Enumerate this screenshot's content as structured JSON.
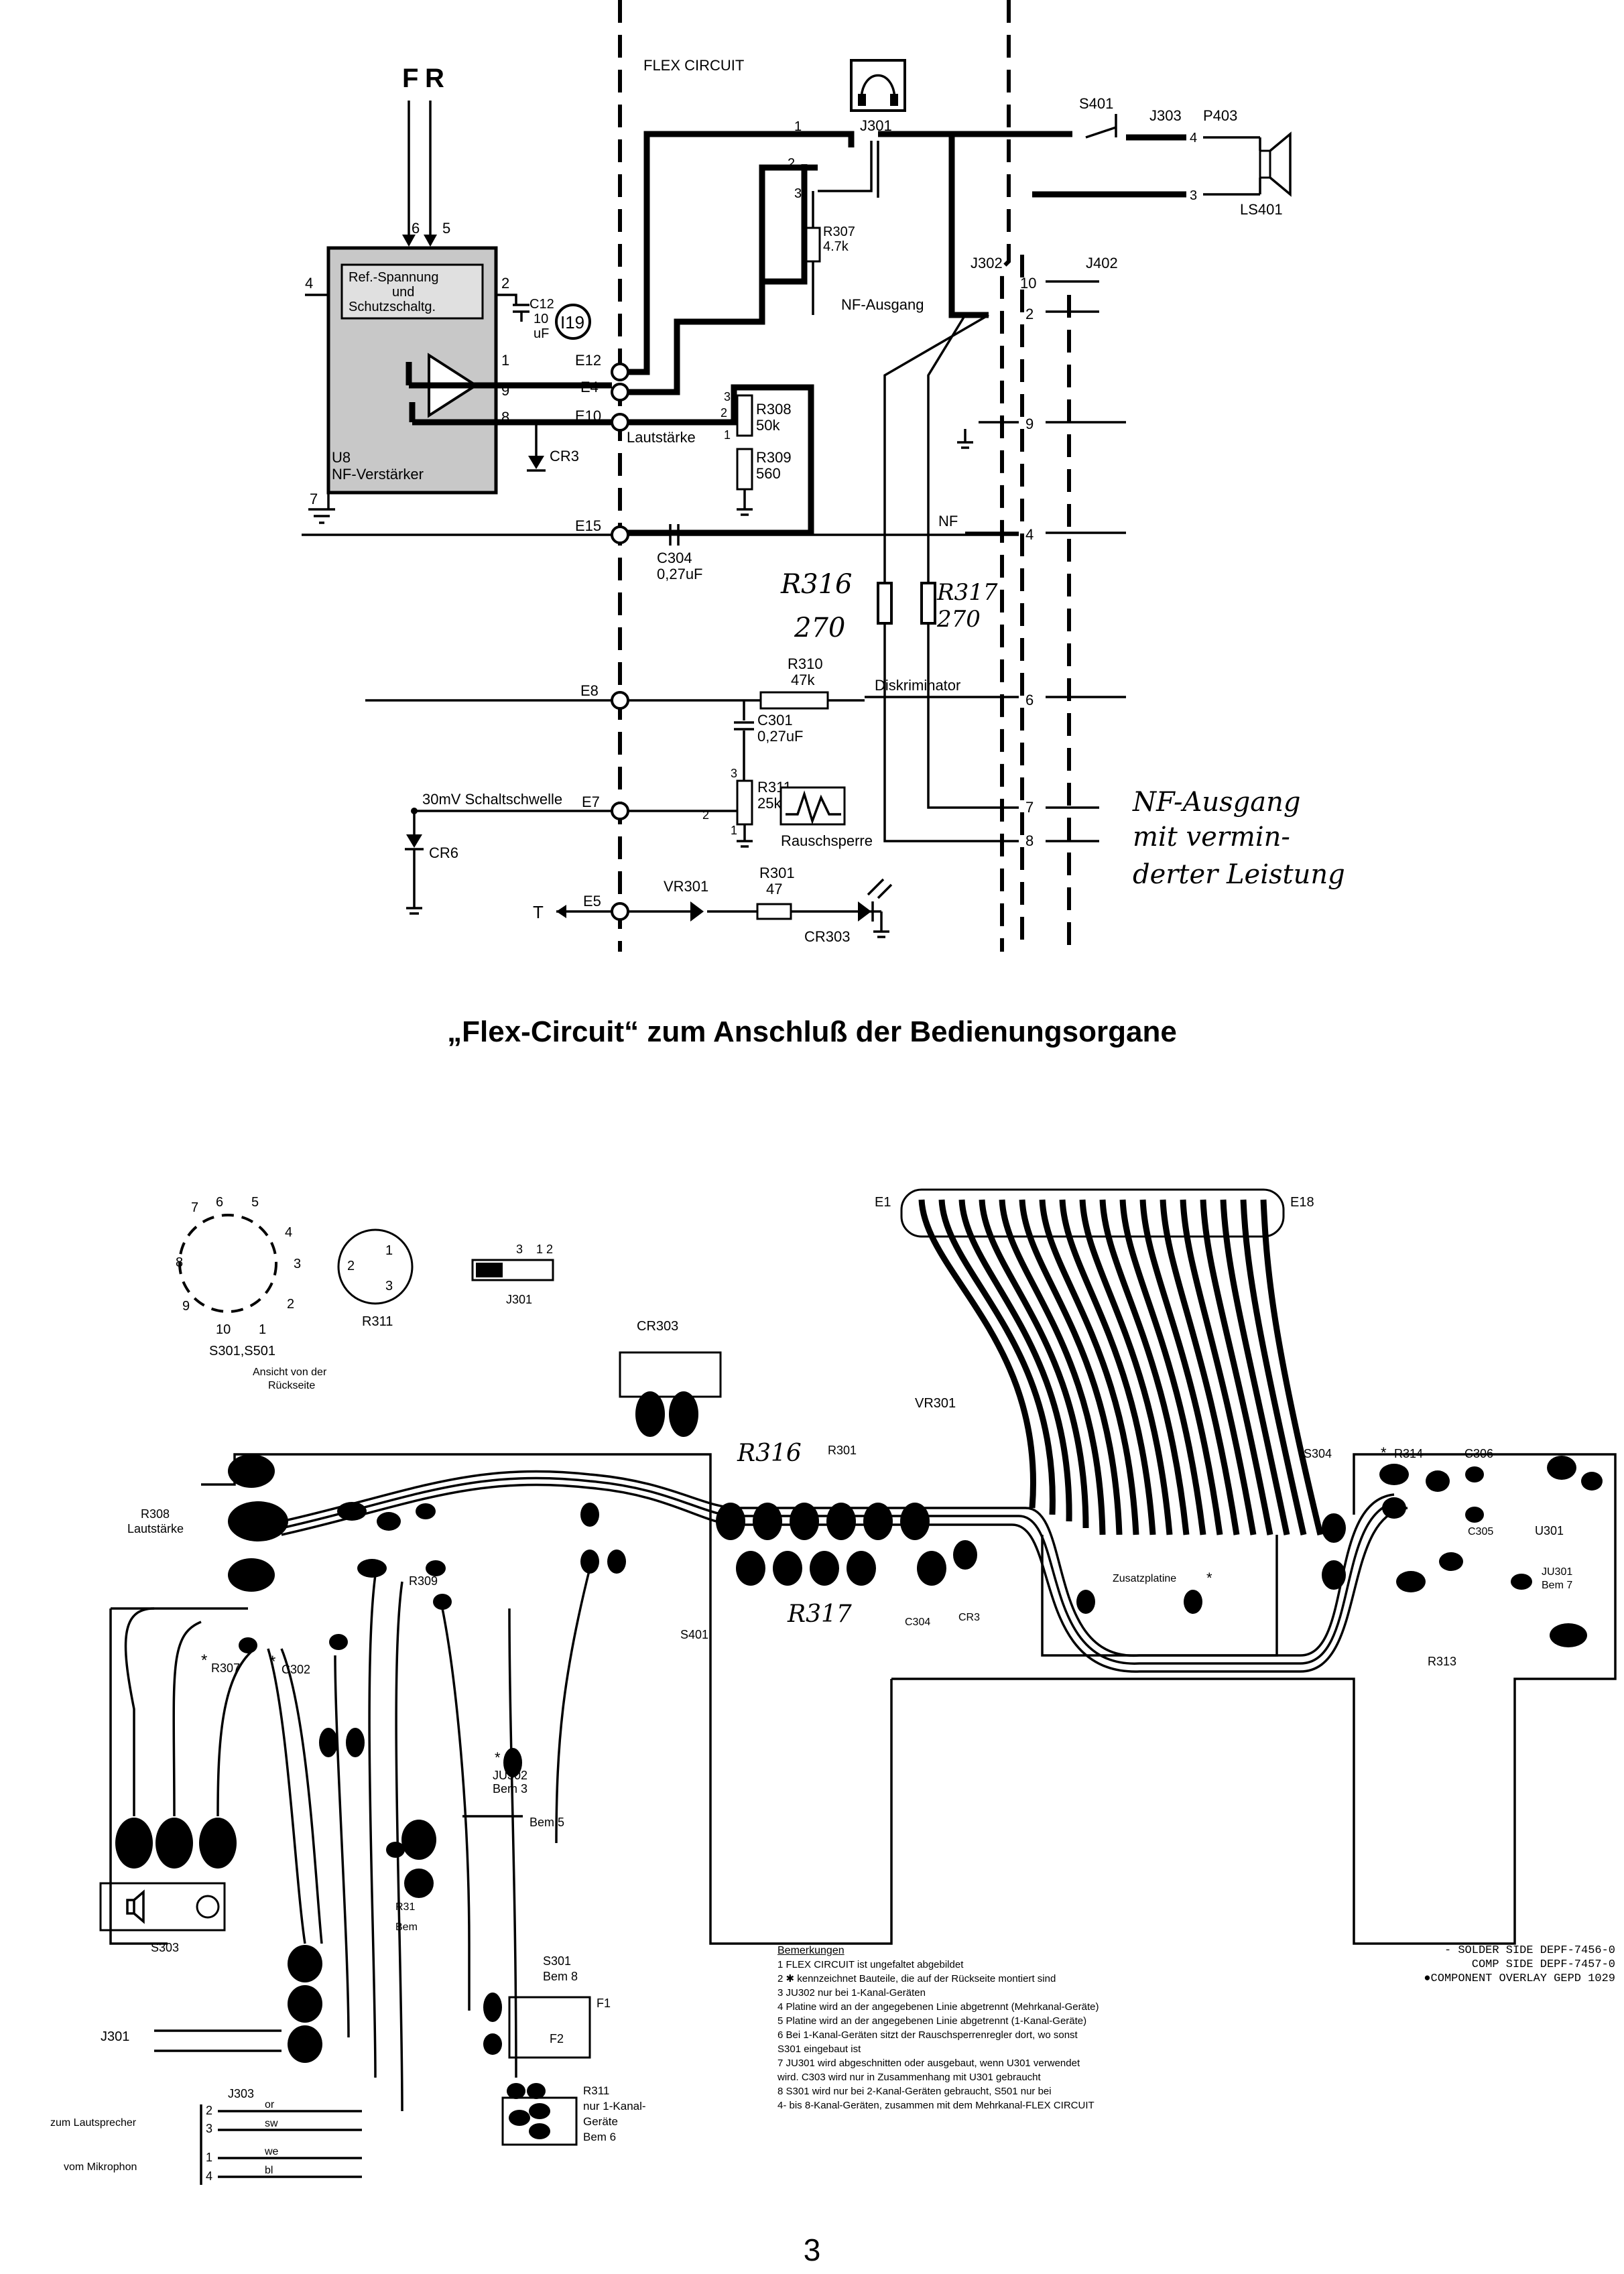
{
  "schematic": {
    "inputs": {
      "f": "F",
      "r": "R"
    },
    "flex_label": "FLEX CIRCUIT",
    "u8": {
      "ref_block": [
        "Ref.-Spannung",
        "und",
        "Schutzschaltg."
      ],
      "name": "U8",
      "function": "NF-Verstärker",
      "pins": [
        "6",
        "5",
        "4",
        "2",
        "1",
        "9",
        "8",
        "7"
      ],
      "i19": "I19",
      "c12": [
        "C12",
        "10",
        "uF"
      ]
    },
    "terminals": {
      "e12": "E12",
      "e4": "E4",
      "e10": "E10",
      "e15": "E15",
      "e8": "E8",
      "e7": "E7",
      "e5": "E5"
    },
    "jack": {
      "name": "J301",
      "pins": [
        "1",
        "2",
        "3"
      ]
    },
    "r307": [
      "R307",
      "4.7k"
    ],
    "switch": "S401",
    "connectors": {
      "j303": "J303",
      "p403": "P403",
      "pin4": "4",
      "pin3": "3",
      "speaker": "LS401"
    },
    "j302": "J302",
    "j402": "J402",
    "nf_ausgang": "NF-Ausgang",
    "j302_pins": [
      "10",
      "2",
      "9",
      "4",
      "6",
      "7",
      "8"
    ],
    "r308": [
      "R308",
      "50k",
      "3",
      "2",
      "1"
    ],
    "r309": [
      "R309",
      "560"
    ],
    "cr3": "CR3",
    "lautstaerke": "Lautstärke",
    "nf": "NF",
    "c304": [
      "C304",
      "0,27uF"
    ],
    "r316": [
      "R316",
      "270"
    ],
    "r317": [
      "R317",
      "270"
    ],
    "r310": [
      "R310",
      "47k"
    ],
    "diskriminator": "Diskriminator",
    "c301": [
      "C301",
      "0,27uF"
    ],
    "r311": [
      "R311",
      "25k",
      "3",
      "2",
      "1"
    ],
    "rauschsperre": "Rauschsperre",
    "schaltschwelle": "30mV Schaltschwelle",
    "cr6": "CR6",
    "t": "T",
    "vr301": "VR301",
    "r301": [
      "R301",
      "47"
    ],
    "cr303": "CR303",
    "handwritten": [
      "NF-Ausgang",
      "mit vermin-",
      "derter Leistung"
    ]
  },
  "heading": "„Flex-Circuit“ zum Anschluß der Bedienungsorgane",
  "layout": {
    "switch_pins": [
      "7",
      "6",
      "5",
      "4",
      "8",
      "3",
      "9",
      "2",
      "10",
      "1"
    ],
    "switch_name": "S301,S501",
    "switch_caption": [
      "Ansicht von der",
      "Rückseite"
    ],
    "r311_pins": [
      "2",
      "1",
      "3"
    ],
    "r311_name": "R311",
    "j301_pins": [
      "3",
      "1",
      "2"
    ],
    "j301_name": "J301",
    "e1": "E1",
    "e18": "E18",
    "cr303": "CR303",
    "vr301": "VR301",
    "r316": "R316",
    "r317": "R317",
    "r301": "R301",
    "r308": [
      "R308",
      "Lautstärke"
    ],
    "r307": "R307",
    "c302": "C302",
    "r309": "R309",
    "s401": "S401",
    "c304": "C304",
    "cr3": "CR3",
    "s304": "S304",
    "r314": "R314",
    "c306": "C306",
    "c305": "C305",
    "u301": "U301",
    "ju301": [
      "JU301",
      "Bem 7"
    ],
    "r313": "R313",
    "zusatz": "Zusatzplatine",
    "asterisk": "*",
    "ju302": [
      "JU302",
      "Bem 3"
    ],
    "bem5": "Bem 5",
    "s303": "S303",
    "r31x": [
      "R31",
      "Bem"
    ],
    "s301": [
      "S301",
      "Bem 8"
    ],
    "f1": "F1",
    "f2": "F2",
    "r311_block": [
      "R311",
      "nur 1-Kanal-",
      "Geräte",
      "Bem 6"
    ],
    "j301": "J301",
    "j303": "J303",
    "wires": [
      "or",
      "sw",
      "we",
      "bl"
    ],
    "wire_pins": [
      "2",
      "3",
      "1",
      "4"
    ],
    "zum_lautsprecher": "zum Lautsprecher",
    "vom_mikrophon": "vom Mikrophon"
  },
  "notes": {
    "title": "Bemerkungen",
    "items": [
      "1  FLEX CIRCUIT ist ungefaltet abgebildet",
      "2  ✱ kennzeichnet Bauteile, die auf der Rückseite montiert sind",
      "3  JU302 nur bei 1-Kanal-Geräten",
      "4  Platine wird an der angegebenen Linie abgetrennt (Mehrkanal-Geräte)",
      "5  Platine wird an der angegebenen Linie abgetrennt (1-Kanal-Geräte)",
      "6  Bei 1-Kanal-Geräten sitzt der Rauschsperrenregler dort, wo sonst",
      "    S301 eingebaut ist",
      "7  JU301 wird abgeschnitten oder ausgebaut, wenn U301 verwendet",
      "    wird. C303 wird nur in Zusammenhang mit U301 gebraucht",
      "8  S301 wird nur bei 2-Kanal-Geräten gebraucht, S501 nur bei",
      "    4- bis 8-Kanal-Geräten, zusammen mit dem Mehrkanal-FLEX CIRCUIT"
    ]
  },
  "overlay_info": [
    "- SOLDER SIDE DEPF-7456-0",
    "COMP SIDE DEPF-7457-0",
    "●COMPONENT OVERLAY GEPD 1029"
  ],
  "page_number": "3"
}
